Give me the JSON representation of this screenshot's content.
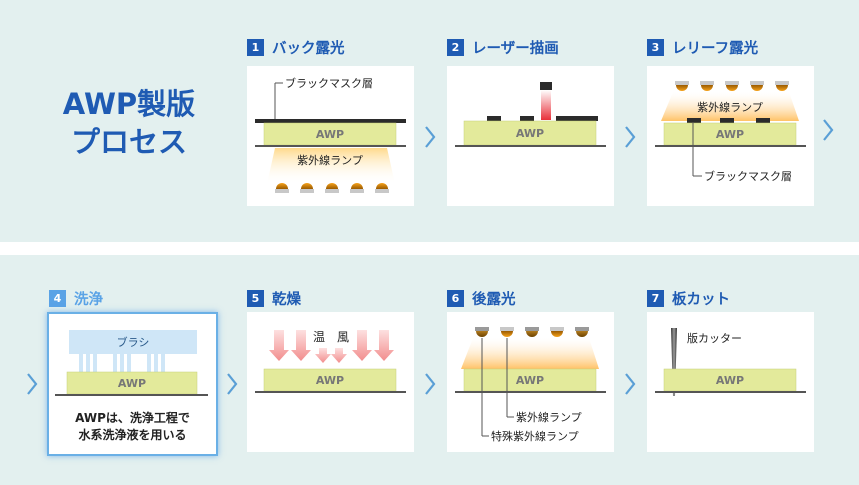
{
  "title": {
    "line1": "AWP製版",
    "line2": "プロセス"
  },
  "steps": [
    {
      "num": "1",
      "label": "バック露光"
    },
    {
      "num": "2",
      "label": "レーザー描画"
    },
    {
      "num": "3",
      "label": "レリーフ露光"
    },
    {
      "num": "4",
      "label": "洗浄"
    },
    {
      "num": "5",
      "label": "乾燥"
    },
    {
      "num": "6",
      "label": "後露光"
    },
    {
      "num": "7",
      "label": "板カット"
    }
  ],
  "labels": {
    "awp": "AWP",
    "black_mask": "ブラックマスク層",
    "uv_lamp": "紫外線ランプ",
    "brush": "ブラシ",
    "warm_air": "温　風",
    "special_uv_lamp": "特殊紫外線ランプ",
    "cutter": "版カッター"
  },
  "note": {
    "line1": "AWPは、洗浄工程で",
    "line2": "水系洗浄液を用いる"
  },
  "colors": {
    "brand": "#1f5bb3",
    "highlight": "#5aa3e6",
    "plate": "#e3ea9b",
    "band": "#e3f0ef"
  }
}
